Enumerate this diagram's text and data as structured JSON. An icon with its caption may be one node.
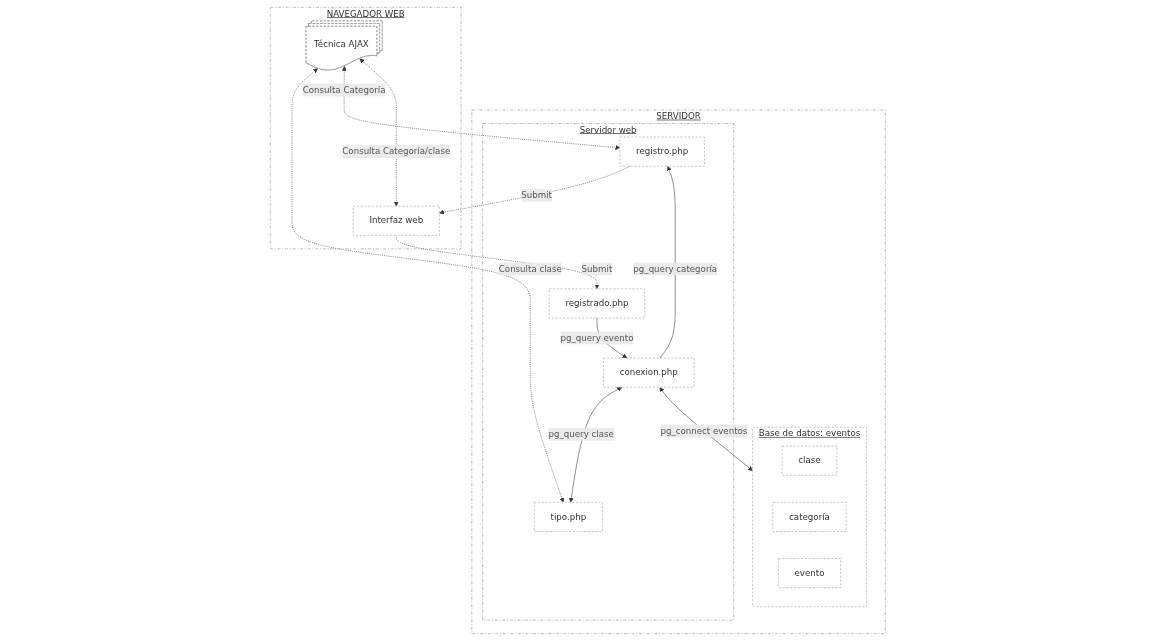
{
  "diagram": {
    "nodes": [
      {
        "text": [
          "SERVIDOR"
        ]
      },
      {
        "text": [
          "Base de datos: eventos"
        ],
        "in": 0
      },
      {
        "text": [
          "clase"
        ],
        "in": 1
      },
      {
        "text": [
          "categoría"
        ],
        "in": 1
      },
      {
        "text": [
          "evento"
        ],
        "in": 1
      },
      {
        "text": [
          "Servidor web"
        ],
        "in": 0
      },
      {
        "text": [
          "tipo.php"
        ],
        "in": 5
      },
      {
        "text": [
          "registro.php"
        ],
        "in": 5
      },
      {
        "text": [
          "conexion.php"
        ],
        "in": 5
      },
      {
        "text": [
          "registrado.php"
        ],
        "in": 5
      },
      {
        "text": [
          "NAVEGADOR WEB"
        ]
      },
      {
        "text": [
          "Técnica AJAX"
        ],
        "in": 10
      },
      {
        "text": [
          "Interfaz web"
        ],
        "in": 10
      }
    ],
    "edges": [
      {
        "from": 8,
        "to": 1,
        "arrow": "both",
        "label": "pg_connect eventos"
      },
      {
        "from": 8,
        "to": 6,
        "arrow": "both",
        "label": "pg_query clase"
      },
      {
        "from": 8,
        "to": 7,
        "arrow": "to",
        "label": "pg_query categoría"
      },
      {
        "from": 9,
        "to": 8,
        "arrow": "to",
        "label": "pg_query evento"
      },
      {
        "from": 11,
        "to": 6,
        "arrow": "both",
        "label": "Consulta clase",
        "style": "dashed"
      },
      {
        "from": 11,
        "to": 7,
        "arrow": "both",
        "label": "Consulta Categoría",
        "style": "dashed"
      },
      {
        "from": 7,
        "to": 12,
        "arrow": "to",
        "label": "Submit",
        "style": "dashed"
      },
      {
        "from": 12,
        "to": 9,
        "arrow": "to",
        "label": "Submit",
        "style": "dashed"
      },
      {
        "from": 11,
        "to": 12,
        "arrow": "both",
        "label": "Consulta Categoría/clase",
        "style": "dashed"
      }
    ]
  }
}
